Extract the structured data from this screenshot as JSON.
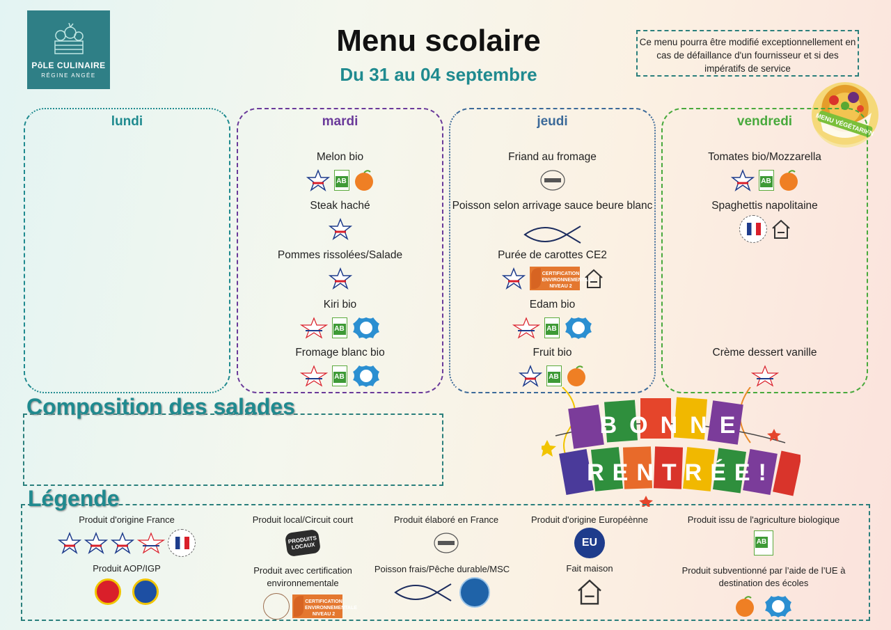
{
  "logo": {
    "brand": "PôLE CULINAIRE",
    "sub": "RÉGINE ANGÉE",
    "icon": "crate-vegetables-icon"
  },
  "header": {
    "title": "Menu scolaire",
    "subtitle": "Du 31 au 04 septembre"
  },
  "notice": "Ce menu pourra être modifié exceptionnellement en cas de défaillance d'un fournisseur et si des impératifs de service",
  "vegetarian_badge": "MENU VÉGÉTARIEN",
  "days": {
    "lundi": {
      "label": "lundi",
      "dishes": []
    },
    "mardi": {
      "label": "mardi",
      "dishes": [
        {
          "name": "Melon bio",
          "icons": [
            "fruits-legumes-de-france-icon",
            "agriculture-biologique-icon",
            "fruits-ecole-icon"
          ]
        },
        {
          "name": "Steak haché",
          "icons": [
            "viandes-de-france-icon"
          ]
        },
        {
          "name": "Pommes rissolées/Salade",
          "icons": [
            "fruits-legumes-de-france-icon"
          ]
        },
        {
          "name": "Kiri bio",
          "icons": [
            "lait-de-france-icon",
            "agriculture-biologique-icon",
            "lait-ecole-icon"
          ]
        },
        {
          "name": "Fromage blanc bio",
          "icons": [
            "lait-de-france-icon",
            "agriculture-biologique-icon",
            "lait-ecole-icon"
          ]
        }
      ]
    },
    "jeudi": {
      "label": "jeudi",
      "dishes": [
        {
          "name": "Friand au fromage",
          "icons": [
            "elabore-en-france-icon"
          ]
        },
        {
          "name": "Poisson selon arrivage sauce beure blanc",
          "icons": [
            "fish-icon"
          ]
        },
        {
          "name": "Purée de carottes CE2",
          "icons": [
            "fruits-legumes-de-france-icon",
            "certification-environnementale-icon",
            "fait-maison-icon"
          ]
        },
        {
          "name": "Edam bio",
          "icons": [
            "lait-de-france-icon",
            "agriculture-biologique-icon",
            "lait-ecole-icon"
          ]
        },
        {
          "name": "Fruit bio",
          "icons": [
            "fruits-legumes-de-france-icon",
            "agriculture-biologique-icon",
            "fruits-ecole-icon"
          ]
        }
      ]
    },
    "vendredi": {
      "label": "vendredi",
      "dishes": [
        {
          "name": "Tomates bio/Mozzarella",
          "icons": [
            "fruits-legumes-de-france-icon",
            "agriculture-biologique-icon",
            "fruits-ecole-icon"
          ]
        },
        {
          "name": "Spaghettis napolitaine",
          "icons": [
            "ble-francais-icon",
            "fait-maison-icon"
          ]
        },
        {
          "name": "Crème dessert vanille",
          "icons": [
            "lait-de-france-icon"
          ]
        }
      ]
    }
  },
  "cert_text": {
    "line1": "CERTIFICATION",
    "line2": "ENVIRONNEMENTALE",
    "line3": "NIVEAU 2"
  },
  "salads": {
    "title": "Composition des salades"
  },
  "banner": {
    "line1": "BONNE",
    "line2": "RENTRÉE!"
  },
  "legend": {
    "title": "Légende",
    "origine_france": "Produit d'origine France",
    "local": "Produit local/Circuit court",
    "local_badge": "PRODUITS LOCAUX",
    "elabore": "Produit élaboré en France",
    "europe": "Produit d'origine Européènne",
    "europe_badge": "EU",
    "bio": "Produit issu de l'agriculture biologique",
    "aop": "Produit AOP/IGP",
    "certif_line1": "Produit avec certification",
    "certif_line2": "environnementale",
    "poisson": "Poisson frais/Pêche durable/MSC",
    "fait_maison": "Fait maison",
    "ue_line1": "Produit subventionné par l’aide de l’UE à",
    "ue_line2": "destination des écoles"
  },
  "colors": {
    "teal": "#1f8a8f",
    "purple": "#6a3a9a",
    "blue": "#3c6a99",
    "green": "#48a93c",
    "bio_green": "#3e9a36",
    "orange": "#e4772f"
  }
}
